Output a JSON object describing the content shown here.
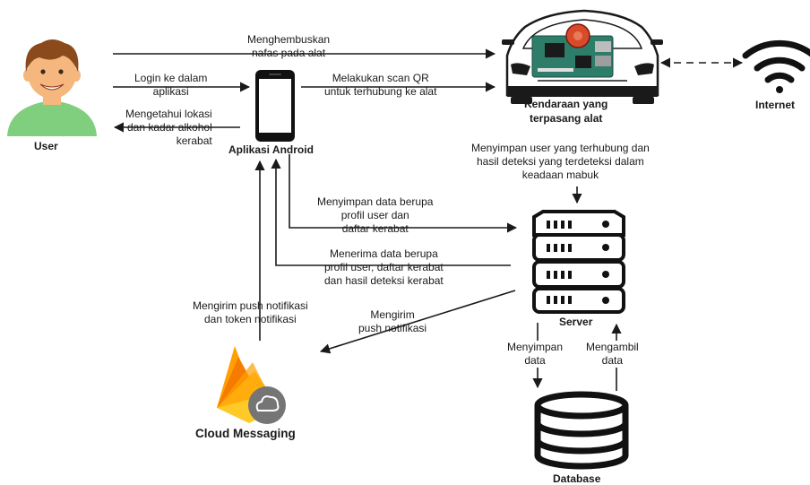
{
  "nodes": {
    "user": "User",
    "android": "Aplikasi Android",
    "vehicle": [
      "Kendaraan yang",
      "terpasang alat"
    ],
    "internet": "Internet",
    "server": "Server",
    "database": "Database",
    "fcm": "Cloud Messaging"
  },
  "edges": {
    "breath": [
      "Menghembuskan",
      "nafas pada alat"
    ],
    "login": [
      "Login ke dalam",
      "aplikasi"
    ],
    "know_location": [
      "Mengetahui lokasi",
      "dan kadar alkohol",
      "kerabat"
    ],
    "scan_qr": [
      "Melakukan scan QR",
      "untuk terhubung ke alat"
    ],
    "store_user": [
      "Menyimpan user yang terhubung dan",
      "hasil deteksi yang terdeteksi dalam",
      "keadaan mabuk"
    ],
    "store_profile": [
      "Menyimpan data berupa",
      "profil user dan",
      "daftar kerabat"
    ],
    "receive_data": [
      "Menerima data berupa",
      "profil user, daftar kerabat",
      "dan hasil deteksi kerabat"
    ],
    "send_push_token": [
      "Mengirim push notifikasi",
      "dan token notifikasi"
    ],
    "send_push": [
      "Mengirim",
      "push notifikasi"
    ],
    "db_store": [
      "Menyimpan",
      "data"
    ],
    "db_fetch": [
      "Mengambil",
      "data"
    ]
  },
  "colors": {
    "line": "#1a1a1a",
    "user_shirt": "#7fcf7f",
    "user_skin": "#f5b77d",
    "user_hair": "#8a4a1c",
    "board": "#2e7d6b",
    "sensor": "#d84a2a",
    "fcm_yellow": "#ffca28",
    "fcm_orange": "#f57c00",
    "fcm_amber": "#ffa000",
    "fcm_gray": "#757575"
  }
}
